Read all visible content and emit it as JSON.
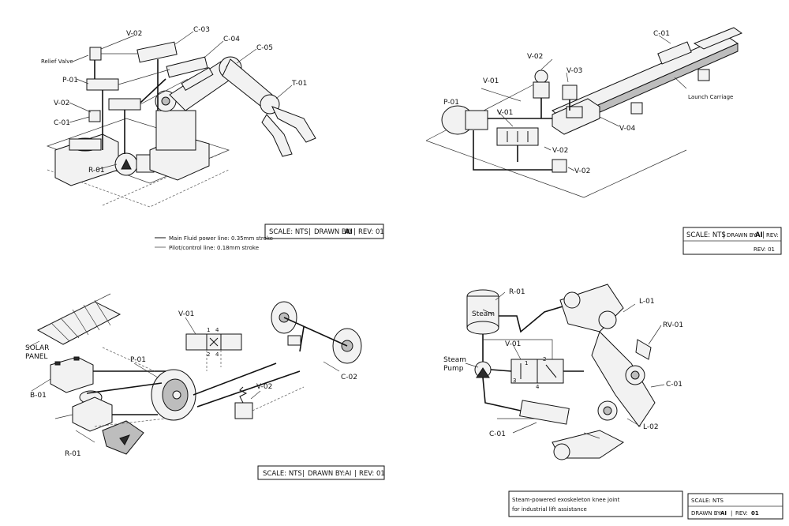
{
  "panels": {
    "tl": {
      "labels": {
        "v02a": "V-02",
        "c03": "C-03",
        "c04": "C-04",
        "c05": "C-05",
        "relief": "Relief Valve",
        "p01": "P-01",
        "t01": "T-01",
        "v02b": "V-02",
        "c01": "C-01",
        "r01": "R-01"
      },
      "titleblock": {
        "scale": "SCALE: NTS",
        "drawn_by": "DRAWN BY:",
        "drawn_by_value": "AI",
        "rev": "REV: 01"
      },
      "legend": [
        {
          "text": "Main Fluid power line: 0.35mm stroke"
        },
        {
          "text": "Pilot/control line:  0.18mm stroke"
        }
      ]
    },
    "tr": {
      "labels": {
        "c01": "C-01",
        "v02a": "V-02",
        "v03": "V-03",
        "v01a": "V-01",
        "p01": "P-01",
        "v01b": "V-01",
        "launch": "Launch Carriage",
        "v04": "V-04",
        "v02b": "V-02",
        "v02c": "V-02"
      },
      "titleblock": {
        "scale": "SCALE: NTS",
        "drawn_by": "DRAWN BY:",
        "drawn_by_value": "AI",
        "rev_small": "REV:",
        "rev": "REV: 01"
      }
    },
    "bl": {
      "labels": {
        "v01": "V-01",
        "solar1": "SOLAR",
        "solar2": "PANEL",
        "p01": "P-01",
        "c02": "C-02",
        "b01": "B-01",
        "v02": "V-02",
        "r01": "R-01"
      },
      "valve_ports": {
        "p1": "1",
        "p4": "4",
        "p2": "2",
        "p4b": "4"
      },
      "titleblock": {
        "scale": "SCALE: NTS",
        "drawn_by": "DRAWN BY:",
        "drawn_by_value": "AI",
        "rev": "REV: 01"
      }
    },
    "br": {
      "labels": {
        "r01": "R-01",
        "steam": "Steam",
        "l01": "L-01",
        "rv01": "RV-01",
        "v01": "V-01",
        "steam_pump1": "Steam",
        "steam_pump2": "Pump",
        "c01a": "C-01",
        "l02": "L-02",
        "c01b": "C-01"
      },
      "valve_ports": {
        "p1": "1",
        "p2": "2",
        "p3": "3",
        "p4": "4"
      },
      "caption": [
        "Steam-powered exoskeleton knee joint",
        "for industrial lift assistance"
      ],
      "titleblock": {
        "scale": "SCALE: NTS",
        "drawn_by": "DRAWN BY:",
        "drawn_by_value": "AI",
        "rev": "REV:",
        "rev_value": "01"
      }
    }
  }
}
